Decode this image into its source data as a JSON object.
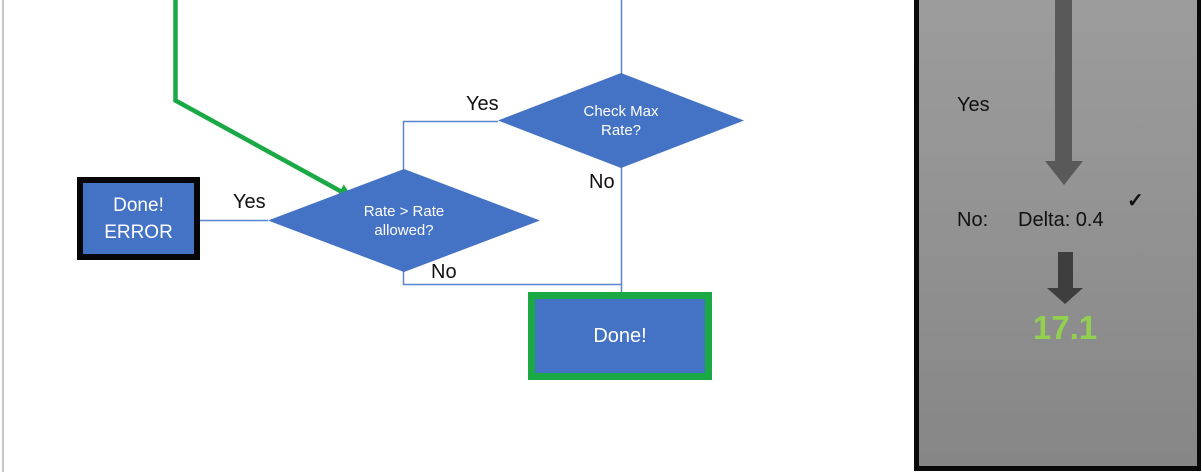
{
  "flowchart": {
    "check_max": {
      "line1": "Check Max",
      "line2": "Rate?"
    },
    "rate_allowed": {
      "line1": "Rate > Rate",
      "line2": "allowed?"
    },
    "done_error": {
      "line1": "Done!",
      "line2": "ERROR"
    },
    "done": {
      "label": "Done!"
    },
    "labels": {
      "check_max_yes": "Yes",
      "check_max_no": "No",
      "rate_allowed_yes": "Yes",
      "rate_allowed_no": "No"
    }
  },
  "panel": {
    "yes": "Yes",
    "no": "No:",
    "delta": "Delta: 0.4",
    "check": "✓",
    "result": "17.1"
  },
  "colors": {
    "shape_blue": "#4472C4",
    "annotation_green": "#1BA945",
    "result_green": "#92D050",
    "connector_blue": "#5A84CC",
    "panel_gray_top": "#9C9C9C",
    "panel_gray_bottom": "#868686",
    "arrow_gray": "#595959",
    "arrow_dark_gray": "#3E3E3E",
    "border_black": "#0A0A0A"
  }
}
